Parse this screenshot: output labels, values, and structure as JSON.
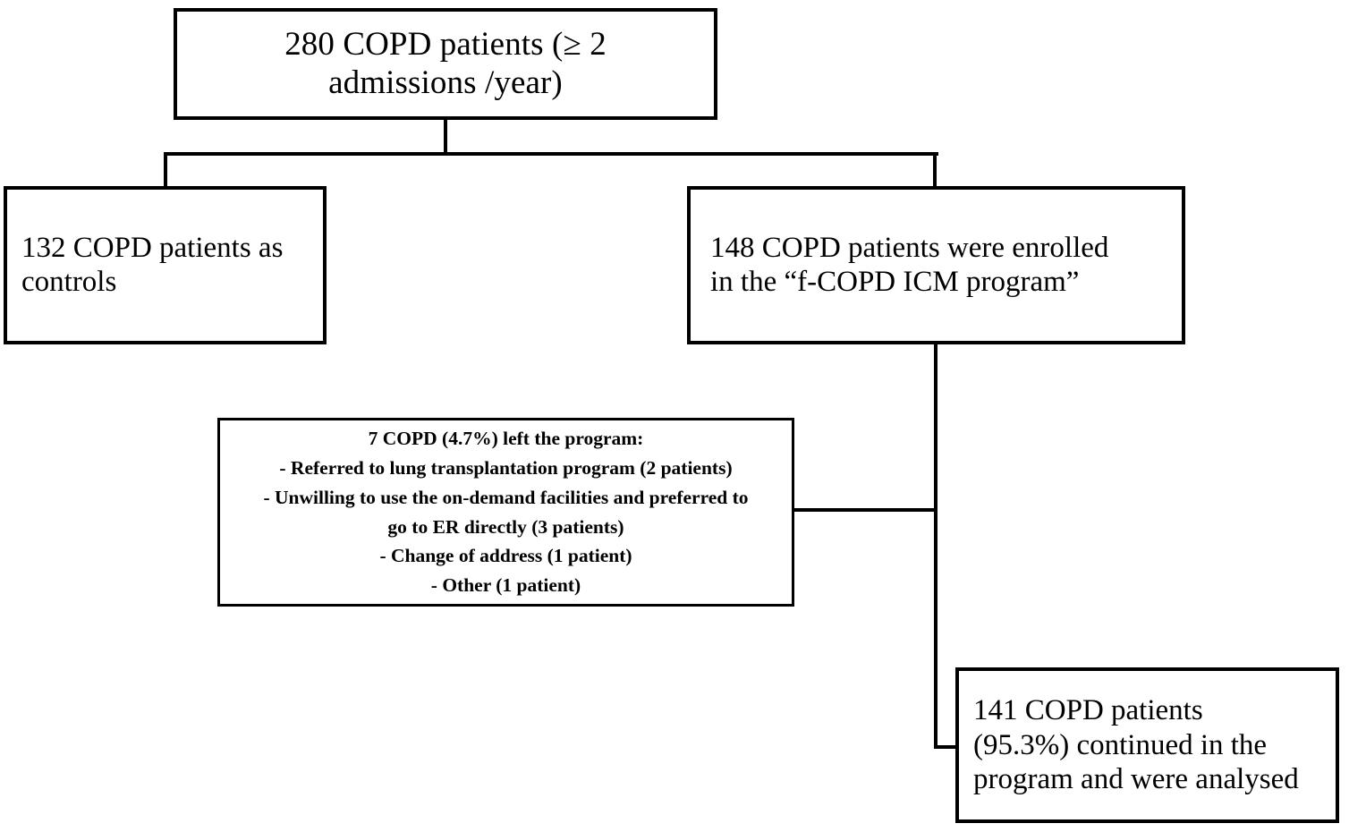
{
  "figure": {
    "type": "flowchart",
    "title": "COPD patient enrolment flow diagram",
    "orientation": "top-down"
  },
  "nodes": {
    "top": {
      "id": "cohort-total",
      "text": "280 COPD patients (≥ 2\nadmissions /year)"
    },
    "controls": {
      "id": "controls-arm",
      "text": "132 COPD patients as\ncontrols"
    },
    "enrolled": {
      "id": "enrolled-arm",
      "text": "148 COPD patients were enrolled\nin the “f-COPD ICM program”"
    },
    "dropout": {
      "id": "dropouts",
      "heading": "7 COPD (4.7%) left the program:",
      "reasons": [
        "- Referred to lung transplantation program (2 patients)",
        "- Unwilling to use the on-demand facilities and preferred to\ngo to ER directly (3 patients)",
        "- Change of address (1 patient)",
        "- Other (1 patient)"
      ]
    },
    "final": {
      "id": "analysed",
      "text": "141 COPD patients\n(95.3%) continued in the\nprogram and were analysed"
    }
  },
  "counts": {
    "total_screened": 280,
    "controls": 132,
    "enrolled": 148,
    "left_program": 7,
    "left_program_percent": "4.7%",
    "continued": 141,
    "continued_percent": "95.3%",
    "reason_lung_transplant": 2,
    "reason_unwilling_on_demand": 3,
    "reason_change_of_address": 1,
    "reason_other": 1
  },
  "style": {
    "border_color": "#000000",
    "background_color": "#ffffff",
    "text_color": "#000000"
  }
}
